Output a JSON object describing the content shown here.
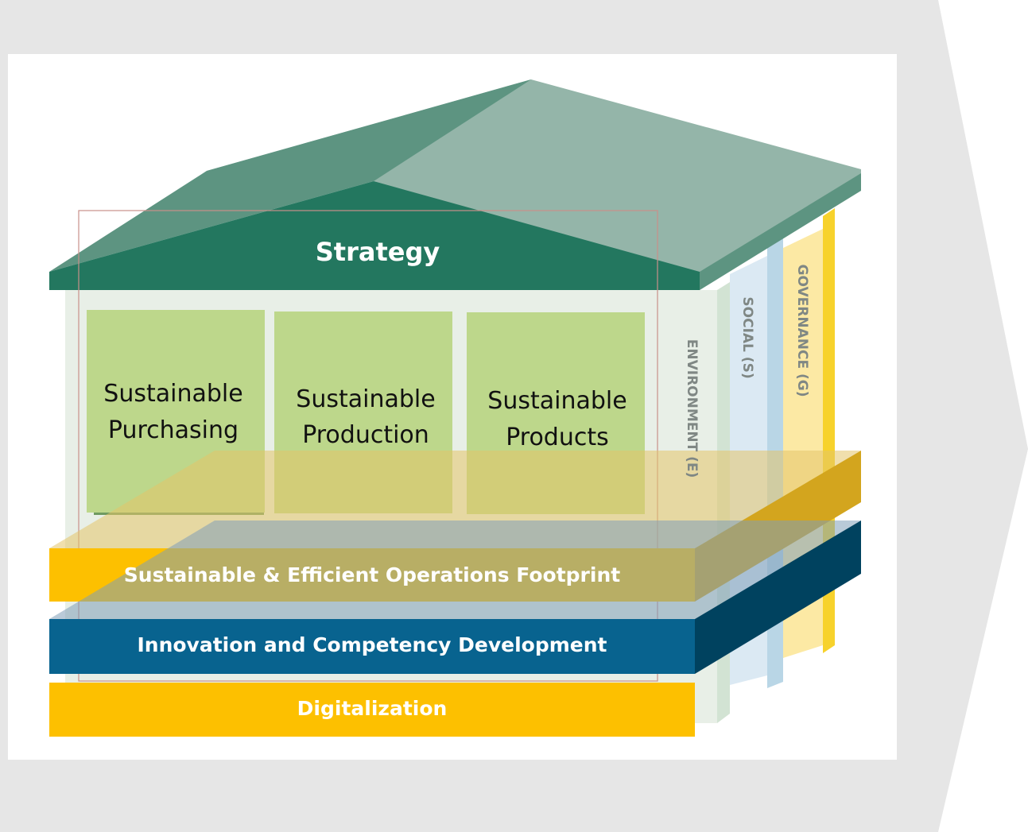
{
  "roof": {
    "label": "Strategy"
  },
  "pillars": {
    "purchasing": {
      "line1": "Sustainable",
      "line2": "Purchasing"
    },
    "production": {
      "line1": "Sustainable",
      "line2": "Production"
    },
    "products": {
      "line1": "Sustainable",
      "line2": "Products"
    }
  },
  "dimensions": {
    "environment": "ENVIRONMENT (E)",
    "social": "SOCIAL (S)",
    "governance": "GOVERNANCE (G)"
  },
  "layers": {
    "operations": "Sustainable & Efficient Operations Footprint",
    "innovation": "Innovation and Competency Development",
    "digitalization": "Digitalization"
  },
  "colors": {
    "backdrop": "#e6e6e6",
    "roof_dark": "#23775f",
    "roof_mid": "#5d9481",
    "roof_light": "#94b5a9",
    "pillar_green": "#bdd78b",
    "wall": "#e8efe7",
    "social_blue": "#dbe9f3",
    "governance_yellow": "#fce9a4",
    "yellow_band": "#fdc000",
    "blue_band": "#08638f",
    "dark_navy": "#00425f"
  }
}
